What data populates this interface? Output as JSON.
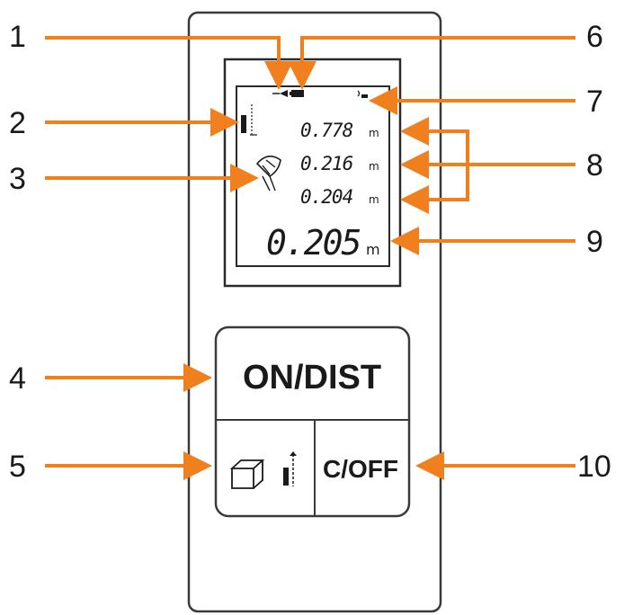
{
  "callouts": {
    "n1": "1",
    "n2": "2",
    "n3": "3",
    "n4": "4",
    "n5": "5",
    "n6": "6",
    "n7": "7",
    "n8": "8",
    "n9": "9",
    "n10": "10"
  },
  "display": {
    "reading_1": "0.778",
    "reading_2": "0.216",
    "reading_3": "0.204",
    "main_reading": "0.205",
    "unit": "m"
  },
  "buttons": {
    "on_dist": "ON/DIST",
    "c_off": "C/OFF"
  },
  "colors": {
    "arrow": "#f07f1e",
    "outline": "#3a3a3a"
  },
  "icons": [
    "laser-icon",
    "battery-icon",
    "reference-level-icon",
    "angle-icon",
    "beep-icon",
    "volume-mode-icon",
    "reference-switch-icon"
  ]
}
